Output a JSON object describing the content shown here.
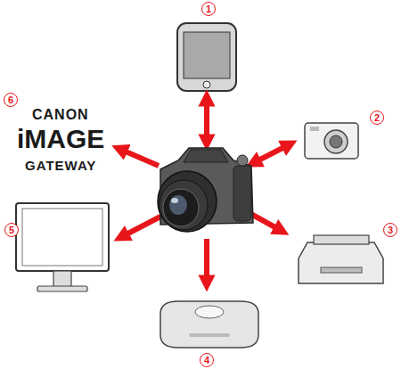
{
  "diagram": {
    "nodes": [
      {
        "text": [
          "1"
        ]
      },
      {
        "text": [
          "2"
        ]
      },
      {
        "text": [
          "3"
        ]
      },
      {
        "text": [
          "4"
        ]
      },
      {
        "text": [
          "5"
        ]
      },
      {
        "text": [
          "6"
        ]
      }
    ],
    "labels": [
      "CANON",
      "iMAGE",
      "GATEWAY"
    ]
  }
}
